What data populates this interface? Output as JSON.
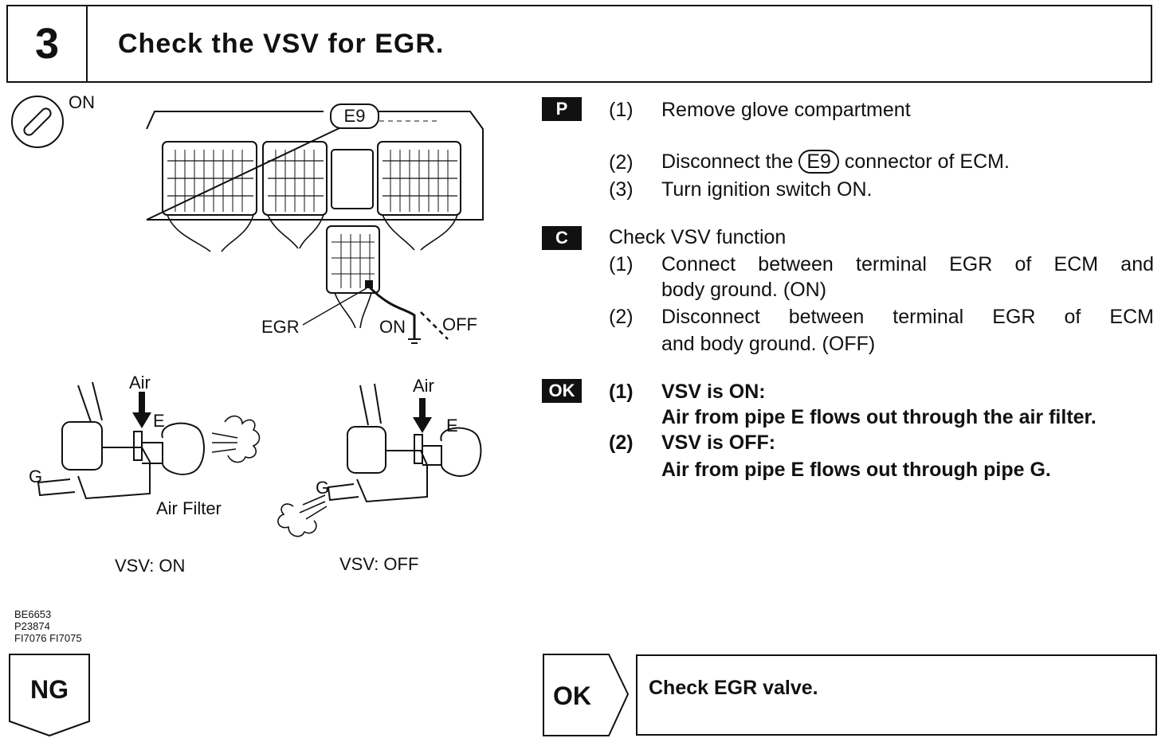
{
  "header": {
    "step_number": "3",
    "title": "Check the VSV for EGR."
  },
  "diagram_top": {
    "ignition_label": "ON",
    "connector_label": "E9",
    "egr_label": "EGR",
    "on_label": "ON",
    "off_label": "OFF"
  },
  "diagram_on": {
    "air_label": "Air",
    "e_label": "E",
    "g_label": "G",
    "filter_label": "Air Filter",
    "caption": "VSV: ON"
  },
  "diagram_off": {
    "air_label": "Air",
    "e_label": "E",
    "g_label": "G",
    "caption": "VSV: OFF"
  },
  "figure_codes": [
    "BE6653",
    "P23874",
    "FI7076 FI7075"
  ],
  "ng_label": "NG",
  "prep": {
    "badge": "P",
    "steps": [
      {
        "num": "(1)",
        "text": "Remove glove compartment"
      },
      {
        "num": "(2)",
        "pre": "Disconnect the",
        "connector": "E9",
        "post": "connector of ECM."
      },
      {
        "num": "(3)",
        "text": "Turn ignition switch ON."
      }
    ]
  },
  "check": {
    "badge": "C",
    "title": "Check VSV function",
    "steps": [
      {
        "num": "(1)",
        "line1": "Connect between terminal EGR of ECM and",
        "line2": "body ground. (ON)"
      },
      {
        "num": "(2)",
        "line1": "Disconnect between terminal EGR of ECM",
        "line2": "and body ground. (OFF)"
      }
    ]
  },
  "ok_result": {
    "badge": "OK",
    "steps": [
      {
        "num": "(1)",
        "line1": "VSV is ON:",
        "line2": "Air from pipe E flows out through the air filter."
      },
      {
        "num": "(2)",
        "line1": "VSV is OFF:",
        "line2": "Air from pipe E flows out through pipe G."
      }
    ]
  },
  "ok_label": "OK",
  "next_action": "Check EGR valve."
}
